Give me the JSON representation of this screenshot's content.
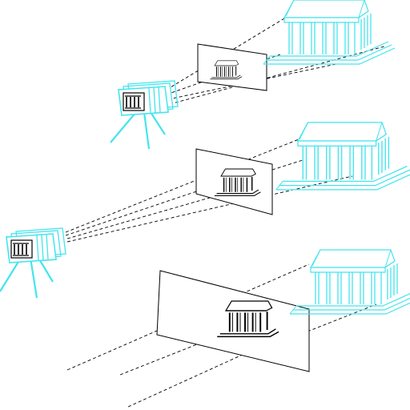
{
  "diagram": {
    "title": "",
    "labels": [],
    "scenes": [
      {
        "id": "scene-1",
        "description_visible_text": ""
      },
      {
        "id": "scene-2",
        "description_visible_text": ""
      },
      {
        "id": "scene-3",
        "description_visible_text": ""
      }
    ]
  },
  "colors": {
    "cyan": "#44e4ee",
    "black": "#000000",
    "background": "#ffffff"
  },
  "icons": [
    "camera-icon",
    "temple-icon",
    "tripod-icon",
    "image-plane"
  ]
}
